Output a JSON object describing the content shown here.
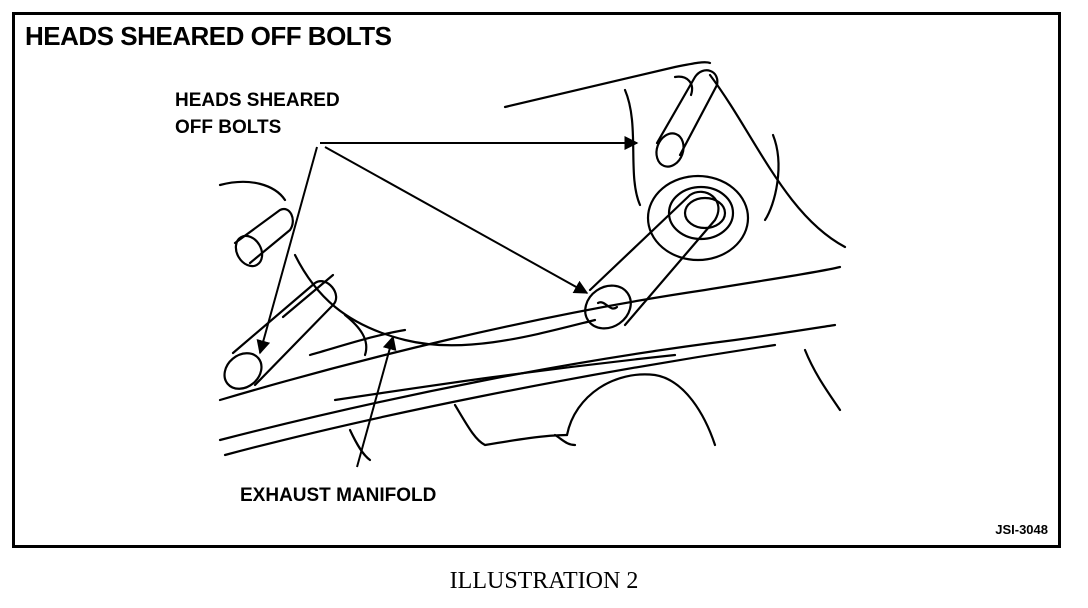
{
  "frame": {
    "title": "HEADS SHEARED OFF BOLTS",
    "figure_code": "JSI-3048"
  },
  "callouts": {
    "heads_sheared_line1": "HEADS SHEARED",
    "heads_sheared_line2": "OFF BOLTS",
    "exhaust_manifold": "EXHAUST MANIFOLD"
  },
  "caption": "ILLUSTRATION 2"
}
